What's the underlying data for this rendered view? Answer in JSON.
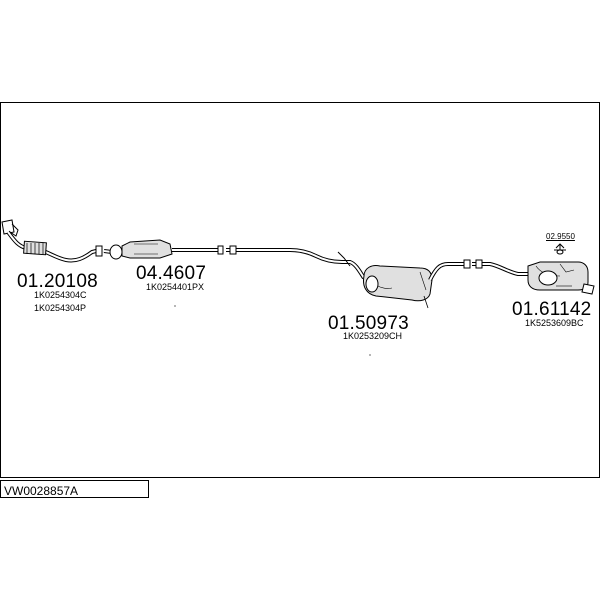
{
  "parts": {
    "front_pipe": {
      "number": "01.20108",
      "refs": [
        "1K0254304C",
        "1K0254304P"
      ]
    },
    "catalyst": {
      "number": "04.4607",
      "refs": [
        "1K0254401PX"
      ]
    },
    "center_silencer": {
      "number": "01.50973",
      "refs": [
        "1K0253209CH"
      ]
    },
    "rear_silencer": {
      "number": "01.61142",
      "refs": [
        "1K5253609BC"
      ]
    },
    "mounting_kit": {
      "number": "02.9550"
    }
  },
  "assembly_code": "VW0028857A",
  "colors": {
    "line": "#000000",
    "part_fill": "#e0e0e0",
    "background": "#ffffff"
  }
}
